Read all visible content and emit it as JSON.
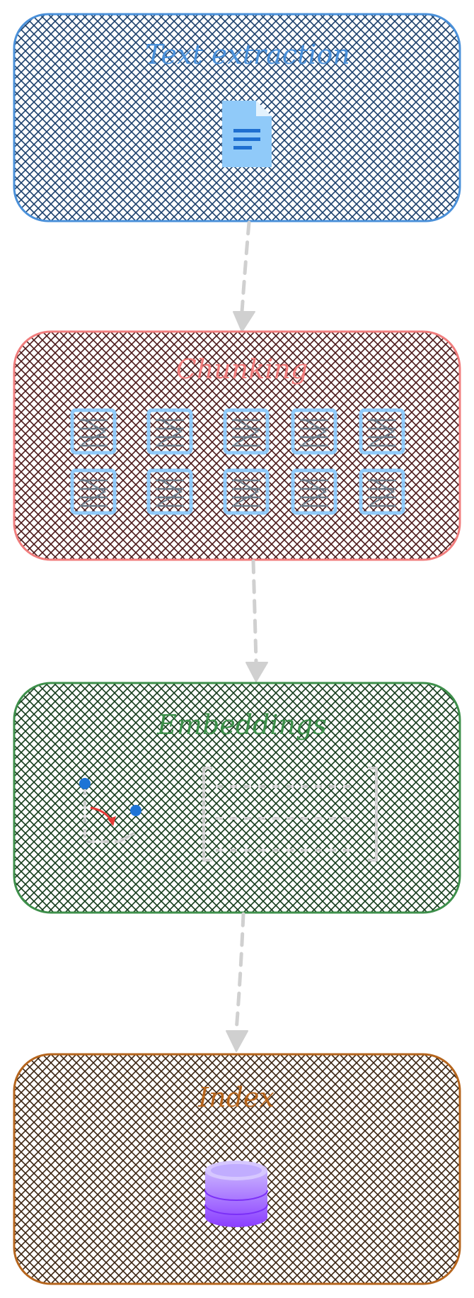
{
  "stages": [
    {
      "id": "text-extraction",
      "label": "Text extraction",
      "color": "#4a90d9",
      "hatch": "#1b3f6b",
      "icon": "document-icon"
    },
    {
      "id": "chunking",
      "label": "Chunking",
      "color": "#f07d7d",
      "hatch": "#4a1818",
      "icon": "chunk-grid-icon"
    },
    {
      "id": "embeddings",
      "label": "Embeddings",
      "color": "#3d8f4a",
      "hatch": "#143a1a",
      "icon": "vector-icon"
    },
    {
      "id": "index",
      "label": "Index",
      "color": "#b5651d",
      "hatch": "#3a2310",
      "icon": "database-icon"
    }
  ],
  "connector_color": "#d0d0d0",
  "chunk_tile_color": "#90caf9"
}
